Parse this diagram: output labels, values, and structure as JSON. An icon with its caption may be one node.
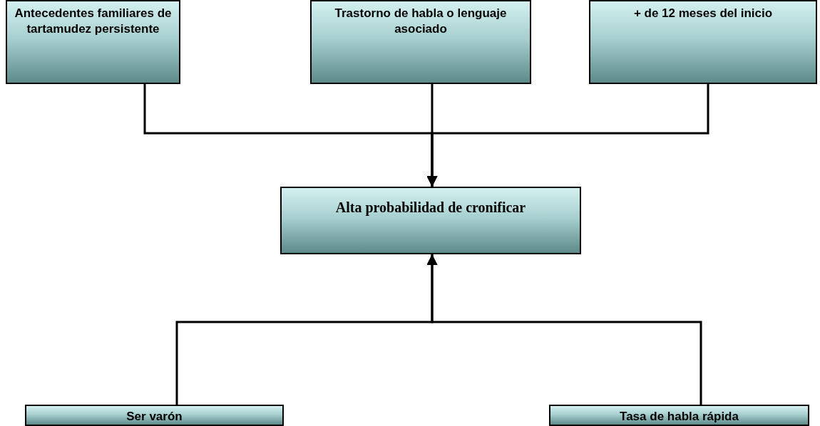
{
  "diagram": {
    "nodes": [
      {
        "text": [
          "Antecedentes familiares de tartamudez persistente"
        ]
      },
      {
        "text": [
          "Trastorno de habla o lenguaje asociado"
        ]
      },
      {
        "text": [
          "+ de 12 meses del inicio"
        ]
      },
      {
        "text": [
          "Alta probabilidad de cronificar"
        ]
      },
      {
        "text": [
          "Ser varón"
        ]
      },
      {
        "text": [
          "Tasa de habla rápida"
        ]
      }
    ],
    "edges": [
      {
        "from": 0,
        "to": 3,
        "arrow": "to"
      },
      {
        "from": 1,
        "to": 3,
        "arrow": "to"
      },
      {
        "from": 2,
        "to": 3,
        "arrow": "to"
      },
      {
        "from": 4,
        "to": 3,
        "arrow": "to"
      },
      {
        "from": 5,
        "to": 3,
        "arrow": "to"
      }
    ]
  }
}
